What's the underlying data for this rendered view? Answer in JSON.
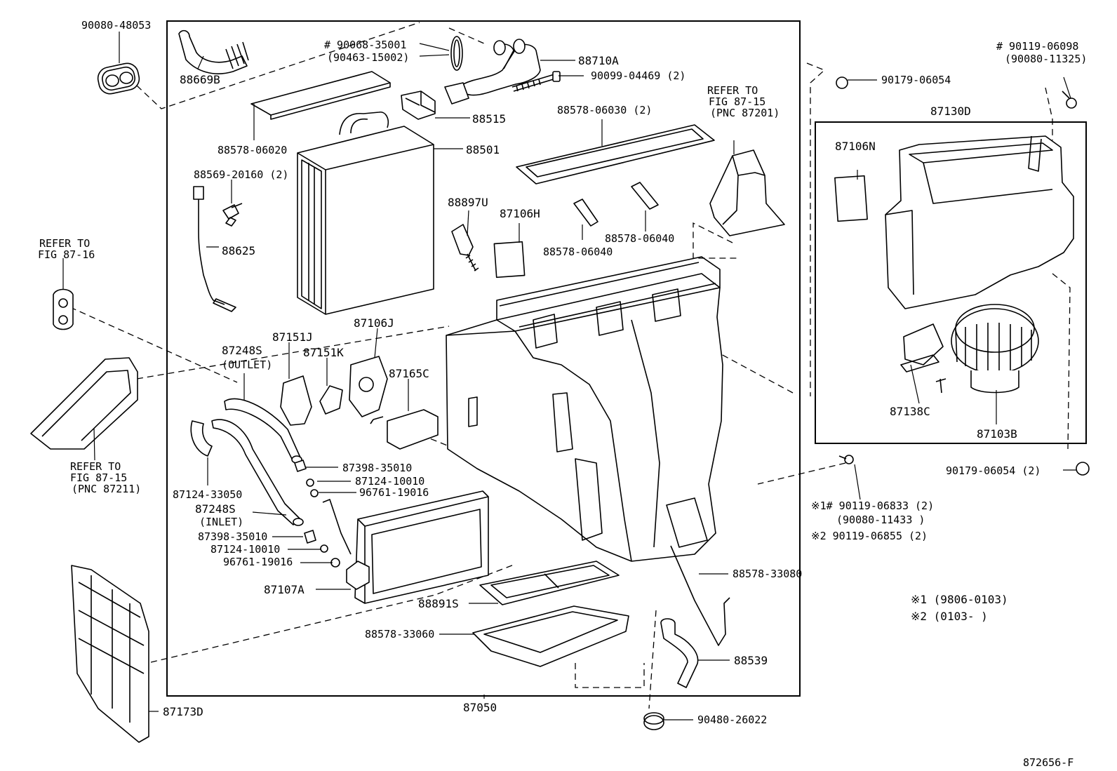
{
  "diagram_id": "872656-F",
  "notes": {
    "note1": "※1  (9806-0103)",
    "note2": "※2  (0103-      )"
  },
  "parts": {
    "p90080_48053": "90080-48053",
    "p88669B": "88669B",
    "p90068_35001_a": "# 90068-35001",
    "p90068_35001_b": "(90463-15002)",
    "p88710A": "88710A",
    "p90099_04469": "90099-04469 (2)",
    "p88515": "88515",
    "p88578_06020": "88578-06020",
    "p88501": "88501",
    "p88569_20160": "88569-20160 (2)",
    "p88625": "88625",
    "p88578_06030": "88578-06030 (2)",
    "p88897U": "88897U",
    "p87106H": "87106H",
    "p88578_06040_a": "88578-06040",
    "p88578_06040_b": "88578-06040",
    "p87151J": "87151J",
    "p87151K": "87151K",
    "p87106J": "87106J",
    "p87248S_outlet_a": "87248S",
    "p87248S_outlet_b": "(OUTLET)",
    "p87165C": "87165C",
    "p87398_35010_a": "87398-35010",
    "p87124_10010_a": "87124-10010",
    "p96761_19016_a": "96761-19016",
    "p87124_33050": "87124-33050",
    "p87248S_inlet_a": "87248S",
    "p87248S_inlet_b": "(INLET)",
    "p87398_35010_b": "87398-35010",
    "p87124_10010_b": "87124-10010",
    "p96761_19016_b": "96761-19016",
    "p87107A": "87107A",
    "p88891S": "88891S",
    "p88578_33060": "88578-33060",
    "p88578_33080": "88578-33080",
    "p88539": "88539",
    "p87050": "87050",
    "p90480_26022": "90480-26022",
    "p87173D": "87173D",
    "p90179_06054_a": "90179-06054",
    "p90119_06098_a": "# 90119-06098",
    "p90119_06098_b": "(90080-11325)",
    "p87130D": "87130D",
    "p87106N": "87106N",
    "p87138C": "87138C",
    "p87103B": "87103B",
    "p90179_06054_b": "90179-06054 (2)",
    "p90119_06833_a": "※1# 90119-06833 (2)",
    "p90119_06833_b": "(90080-11433 )",
    "p90119_06855": "※2  90119-06855 (2)"
  },
  "refs": {
    "r1_a": "REFER TO",
    "r1_b": "FIG 87-15",
    "r1_c": "(PNC 87201)",
    "r2_a": "REFER TO",
    "r2_b": "FIG 87-16",
    "r3_a": "REFER TO",
    "r3_b": "FIG 87-15",
    "r3_c": "(PNC 87211)"
  }
}
